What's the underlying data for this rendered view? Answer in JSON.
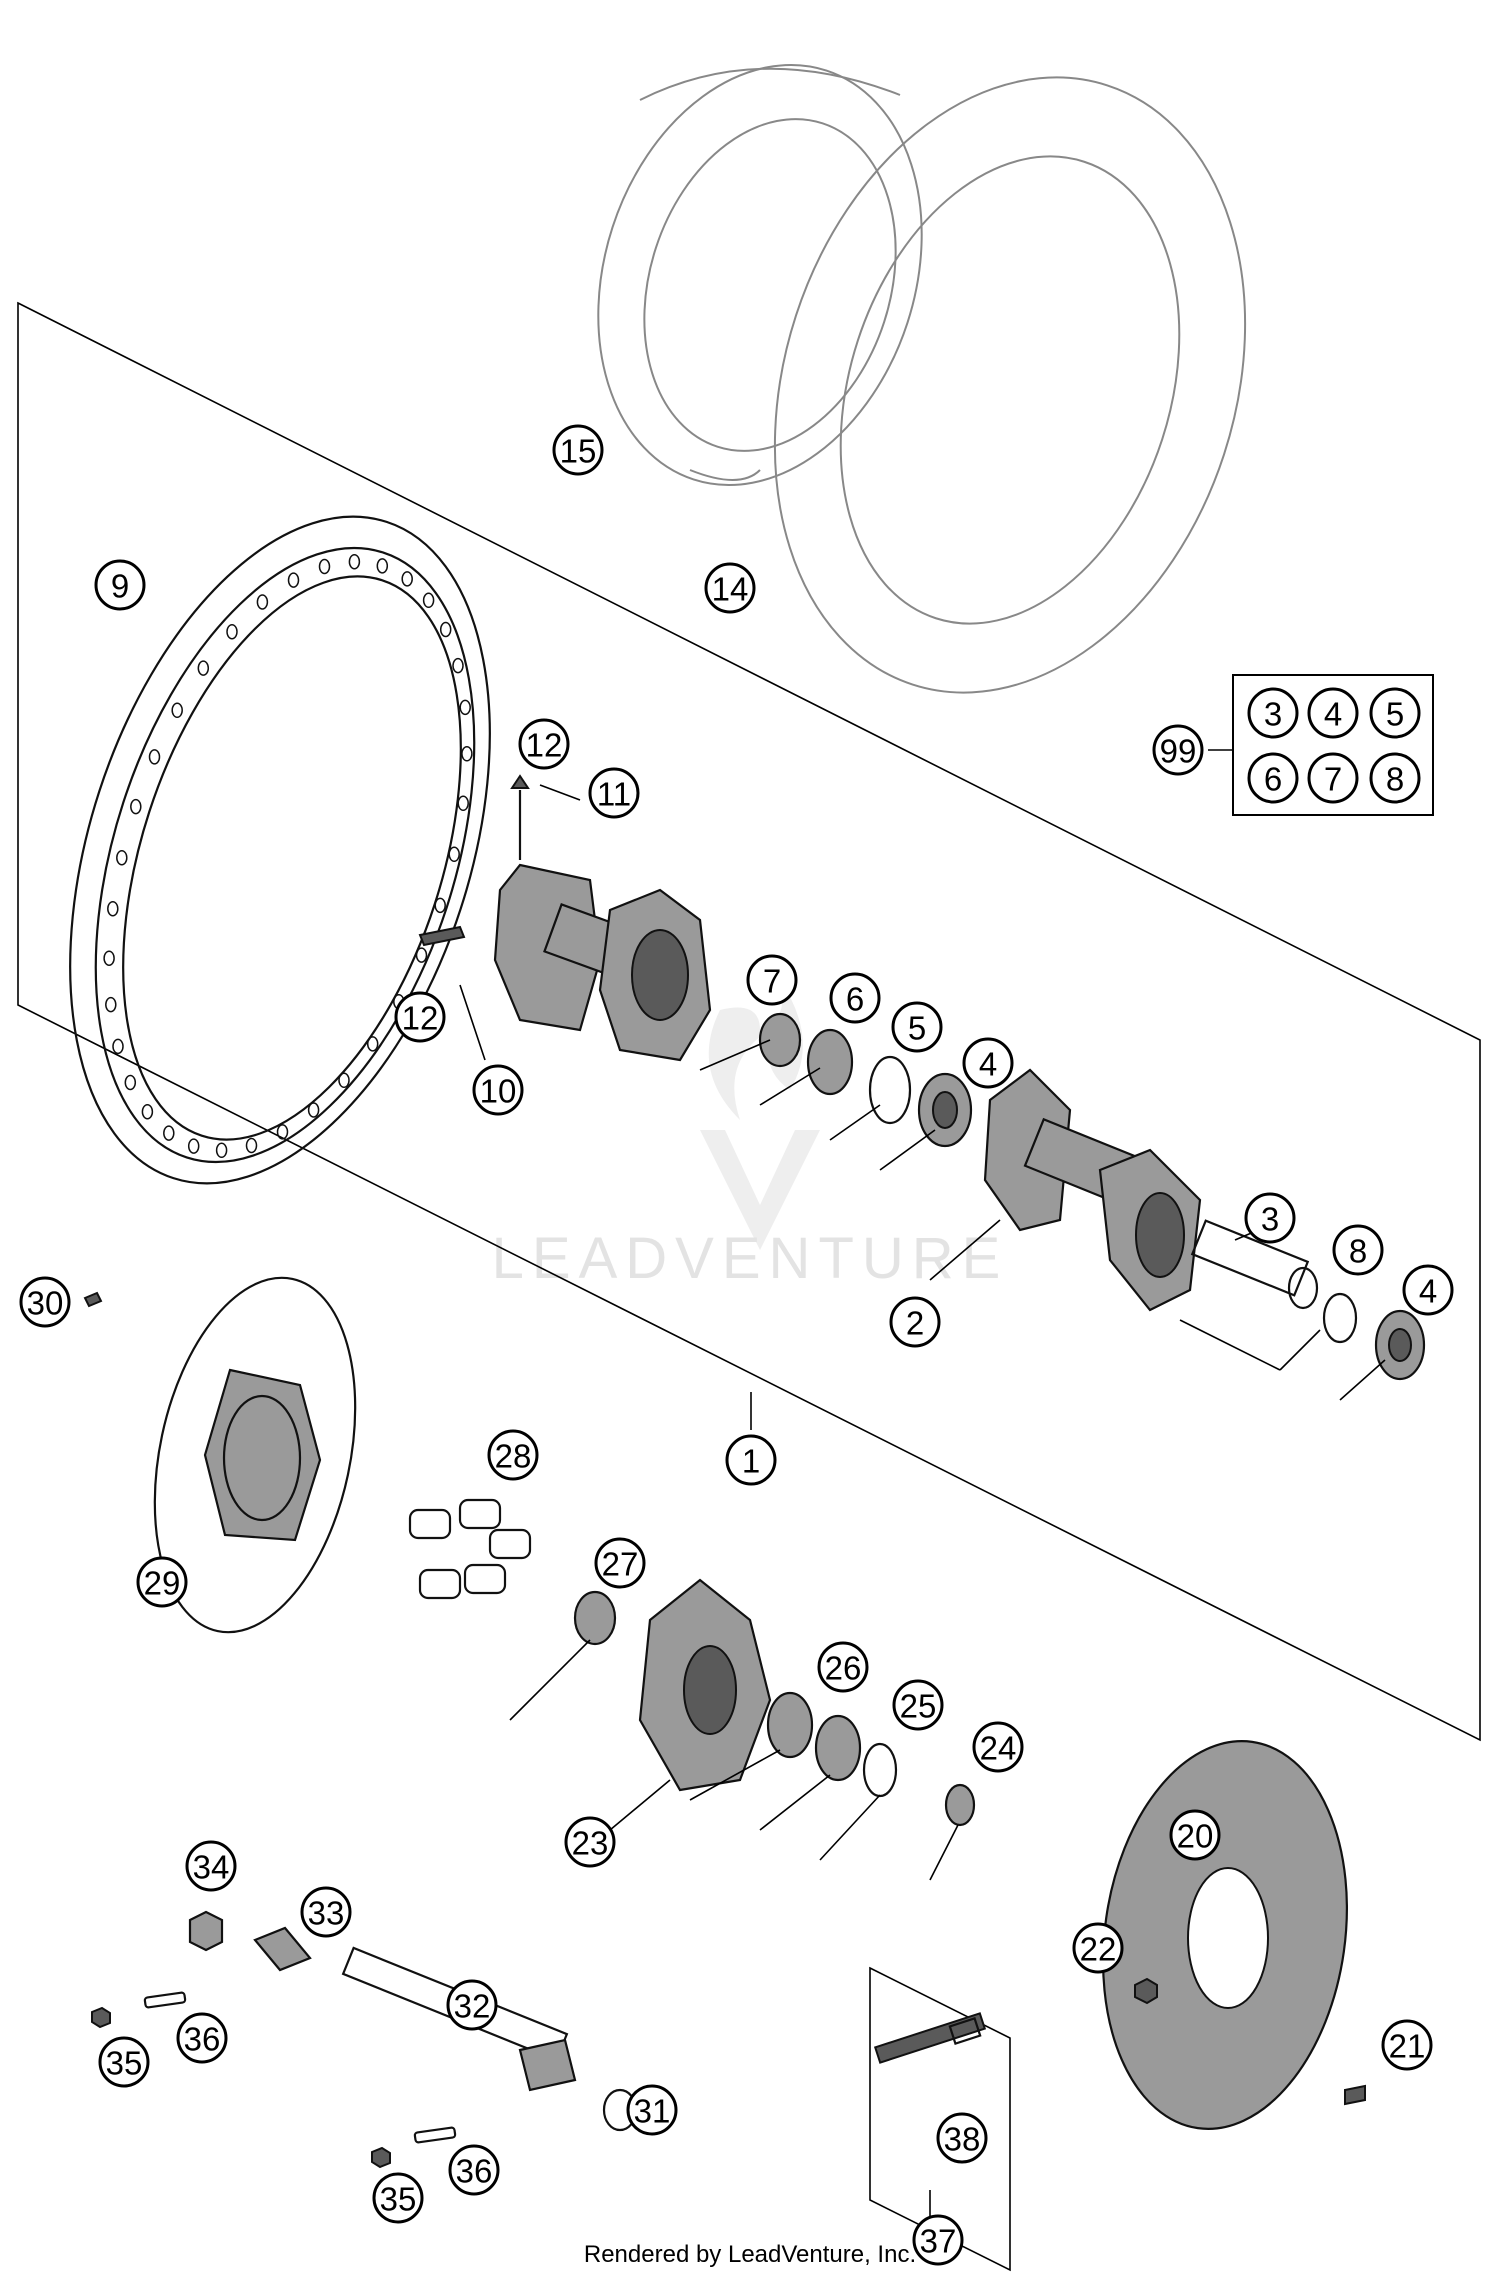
{
  "parts": [
    {
      "id": "p1",
      "label": "1"
    },
    {
      "id": "p2",
      "label": "2"
    },
    {
      "id": "p3",
      "label": "3"
    },
    {
      "id": "p4a",
      "label": "4"
    },
    {
      "id": "p4b",
      "label": "4"
    },
    {
      "id": "p5",
      "label": "5"
    },
    {
      "id": "p6",
      "label": "6"
    },
    {
      "id": "p7",
      "label": "7"
    },
    {
      "id": "p8",
      "label": "8"
    },
    {
      "id": "p9",
      "label": "9"
    },
    {
      "id": "p10",
      "label": "10"
    },
    {
      "id": "p11",
      "label": "11"
    },
    {
      "id": "p12a",
      "label": "12"
    },
    {
      "id": "p12b",
      "label": "12"
    },
    {
      "id": "p14",
      "label": "14"
    },
    {
      "id": "p15",
      "label": "15"
    },
    {
      "id": "p20",
      "label": "20"
    },
    {
      "id": "p21",
      "label": "21"
    },
    {
      "id": "p22",
      "label": "22"
    },
    {
      "id": "p23",
      "label": "23"
    },
    {
      "id": "p24",
      "label": "24"
    },
    {
      "id": "p25",
      "label": "25"
    },
    {
      "id": "p26",
      "label": "26"
    },
    {
      "id": "p27",
      "label": "27"
    },
    {
      "id": "p28",
      "label": "28"
    },
    {
      "id": "p29",
      "label": "29"
    },
    {
      "id": "p30",
      "label": "30"
    },
    {
      "id": "p31",
      "label": "31"
    },
    {
      "id": "p32",
      "label": "32"
    },
    {
      "id": "p33",
      "label": "33"
    },
    {
      "id": "p34",
      "label": "34"
    },
    {
      "id": "p35a",
      "label": "35"
    },
    {
      "id": "p35b",
      "label": "35"
    },
    {
      "id": "p36a",
      "label": "36"
    },
    {
      "id": "p36b",
      "label": "36"
    },
    {
      "id": "p37",
      "label": "37"
    },
    {
      "id": "p38",
      "label": "38"
    },
    {
      "id": "p99",
      "label": "99"
    }
  ],
  "kit_99": {
    "label": "99",
    "contents": [
      "3",
      "4",
      "5",
      "6",
      "7",
      "8"
    ]
  },
  "watermark": "LEADVENTURE",
  "footer": "Rendered by LeadVenture, Inc."
}
